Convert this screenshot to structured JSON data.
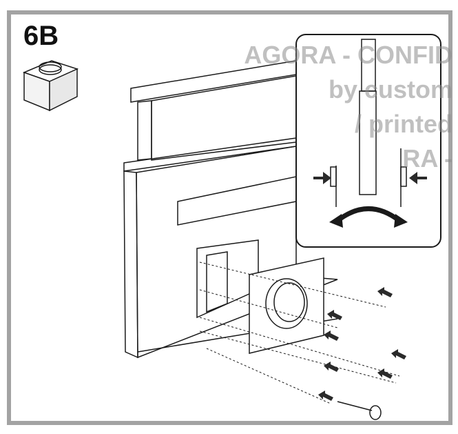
{
  "step": {
    "label": "6B"
  },
  "watermark": {
    "lines": [
      "AGORA - CONFID",
      "by custom",
      "/ printed",
      "RA -"
    ]
  },
  "colors": {
    "frame": "#a3a3a3",
    "ink": "#1a1a1a",
    "arrow": "#2a2a2a"
  }
}
